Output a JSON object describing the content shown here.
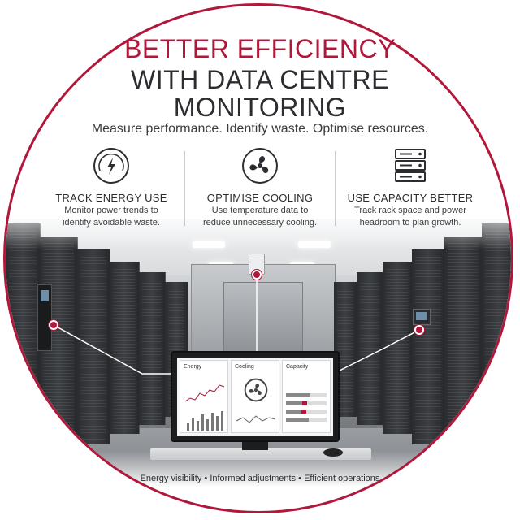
{
  "header": {
    "title_line1": "BETTER EFFICIENCY",
    "title_line2": "WITH DATA CENTRE",
    "title_line3": "MONITORING",
    "subtitle": "Measure performance. Identify waste. Optimise resources."
  },
  "features": [
    {
      "icon": "gauge-bolt-icon",
      "title": "TRACK ENERGY USE",
      "desc_line1": "Monitor power trends to",
      "desc_line2": "identify avoidable waste."
    },
    {
      "icon": "fan-icon",
      "title": "OPTIMISE COOLING",
      "desc_line1": "Use temperature data to",
      "desc_line2": "reduce unnecessary cooling."
    },
    {
      "icon": "server-rack-icon",
      "title": "USE CAPACITY BETTER",
      "desc_line1": "Track rack space and power",
      "desc_line2": "headroom to plan growth."
    }
  ],
  "dashboard": {
    "panels": [
      "Energy",
      "Cooling",
      "Capacity"
    ]
  },
  "footer": {
    "text": "Energy visibility • Informed adjustments • Efficient operations"
  },
  "colors": {
    "accent": "#b0173a",
    "text_dark": "#2b2d30"
  }
}
